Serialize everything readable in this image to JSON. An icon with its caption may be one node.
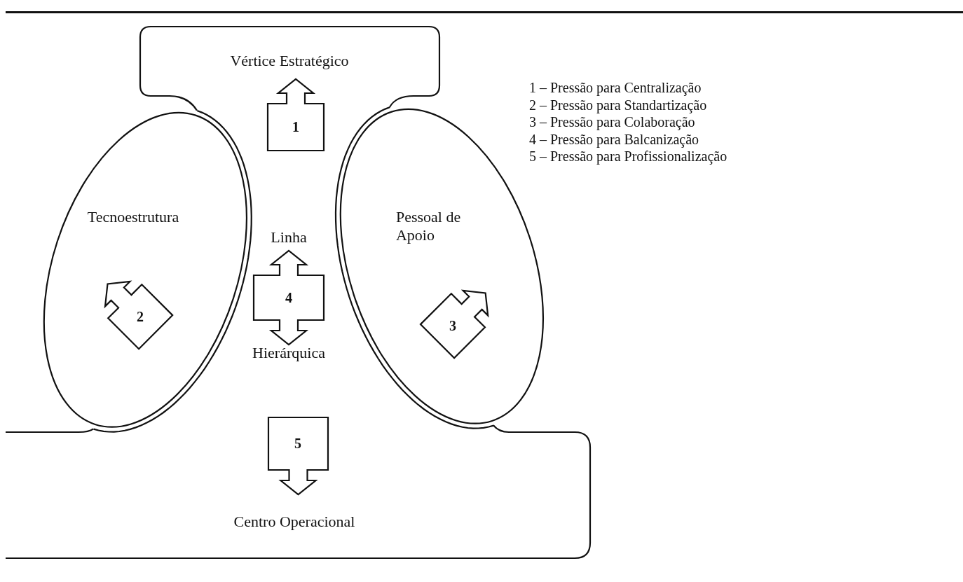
{
  "diagram": {
    "nodes": [
      {
        "text": [
          "Vértice Estratégico"
        ]
      },
      {
        "text": [
          "1"
        ]
      },
      {
        "text": [
          "Tecnoestrutura"
        ]
      },
      {
        "text": [
          "2"
        ],
        "in": 2
      },
      {
        "text": [
          "Pessoal de Apoio"
        ]
      },
      {
        "text": [
          "3"
        ],
        "in": 4
      },
      {
        "text": [
          "4"
        ],
        "beside": [
          "Linha",
          "Hierárquica"
        ]
      },
      {
        "text": [
          "5"
        ]
      },
      {
        "text": [
          "Centro Operacional"
        ]
      }
    ],
    "labels": [
      "1 – Pressão para Centralização",
      "2 – Pressão para Standartização",
      "3 – Pressão para Colaboração",
      "4 – Pressão para Balcanização",
      "5 – Pressão para Profissionalização"
    ]
  }
}
